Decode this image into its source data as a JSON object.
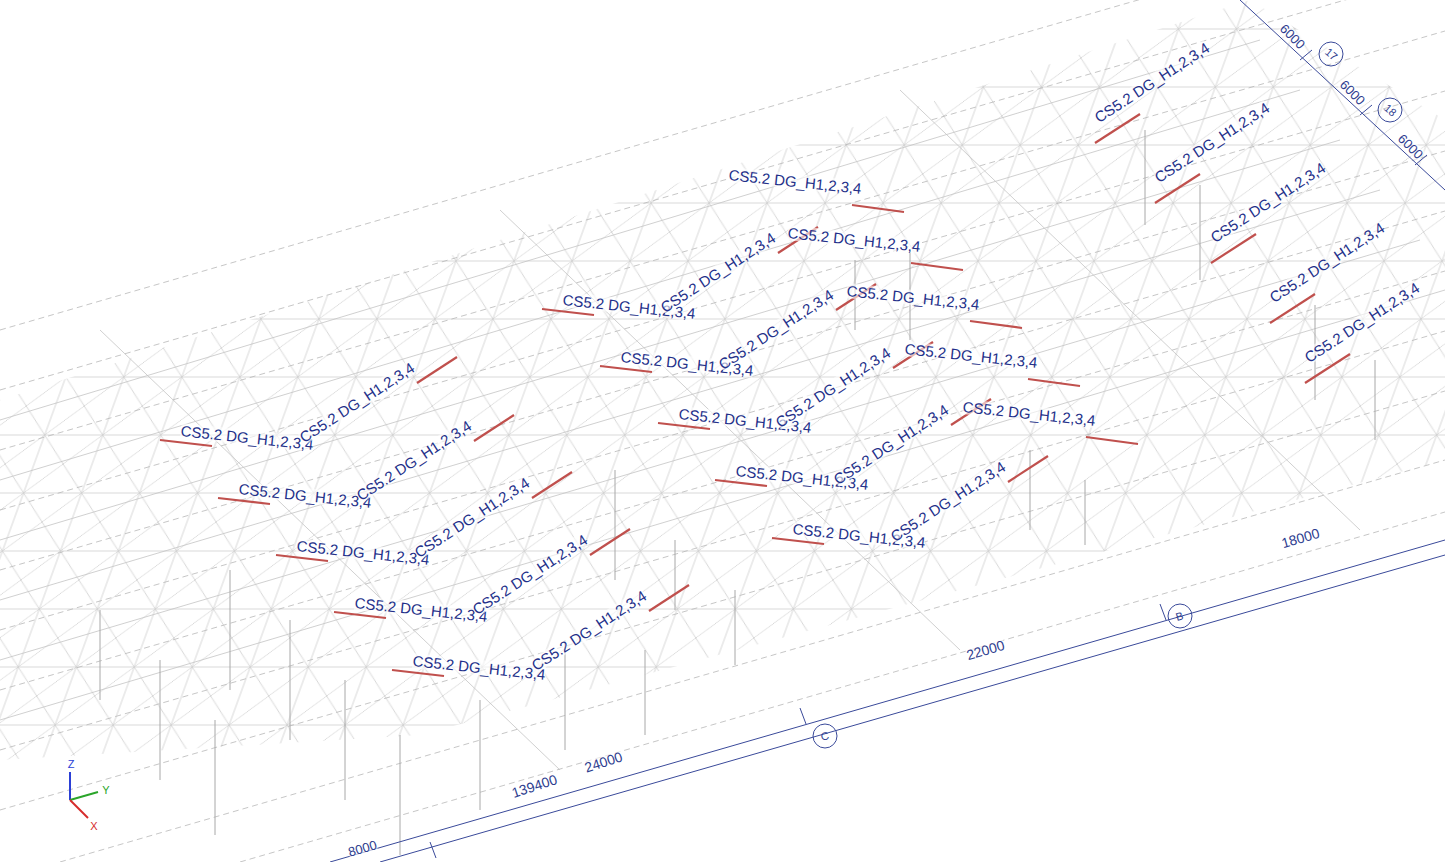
{
  "diagram": {
    "labels": [
      "CS5.2 DG_H1,2,3,4",
      "CS5.2 DG_H1,2,3,4",
      "CS5.2 DG_H1,2,3,4",
      "CS5.2 DG_H1,2,3,4",
      "CS5.2 DG_H1,2,3,4",
      "CS5.2 DG_H1,2,3,4",
      "CS5.2 DG_H1,2,3,4",
      "CS5.2 DG_H1,2,3,4",
      "CS5.2 DG_H1,2,3,4",
      "CS5.2 DG_H1,2,3,4",
      "CS5.2 DG_H1,2,3,4",
      "CS5.2 DG_H1,2,3,4",
      "CS5.2 DG_H1,2,3,4",
      "CS5.2 DG_H1,2,3,4",
      "CS5.2 DG_H1,2,3,4",
      "CS5.2 DG_H1,2,3,4",
      "CS5.2 DG_H1,2,3,4",
      "CS5.2 DG_H1,2,3,4",
      "CS5.2 DG_H1,2,3,4",
      "CS5.2 DG_H1,2,3,4",
      "CS5.2 DG_H1,2,3,4",
      "CS5.2 DG_H1,2,3,4",
      "CS5.2 DG_H1,2,3,4",
      "CS5.2 DG_H1,2,3,4",
      "CS5.2 DG_H1,2,3,4",
      "CS5.2 DG_H1,2,3,4",
      "CS5.2 DG_H1,2,3,4",
      "CS5.2 DG_H1,2,3,4",
      "CS5.2 DG_H1,2,3,4",
      "CS5.2 DG_H1,2,3,4",
      "6000",
      "6000",
      "6000",
      "17",
      "18",
      "18000",
      "22000",
      "24000",
      "139400",
      "8000",
      "C",
      "B",
      "Z",
      "Y",
      "X"
    ]
  }
}
